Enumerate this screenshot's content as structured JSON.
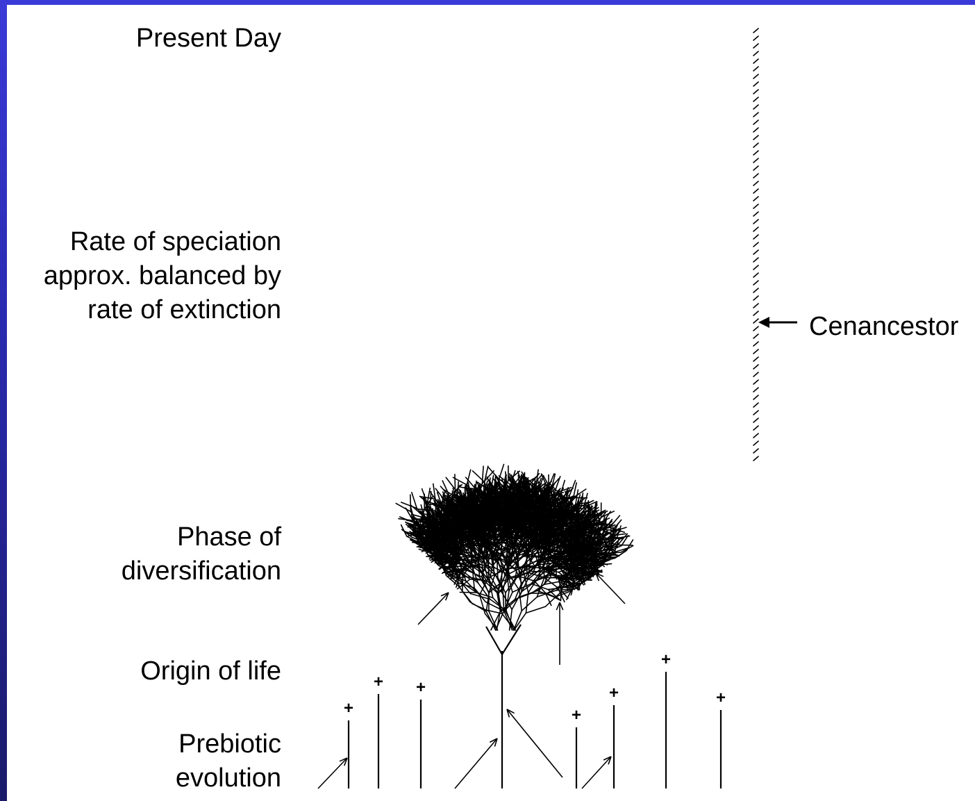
{
  "labels": {
    "present_day": "Present Day",
    "rate_lines": [
      "Rate of speciation",
      "approx. balanced by",
      "rate of extinction"
    ],
    "phase_lines": [
      "Phase of",
      "diversification"
    ],
    "origin_of_life": "Origin of life",
    "prebiotic_lines": [
      "Prebiotic",
      "evolution"
    ],
    "cenancestor": "Cenancestor"
  },
  "markers": {
    "extinct_symbol": "+"
  },
  "colors": {
    "frame": "#2a2fb8",
    "background": "#ffffff",
    "ink": "#000000"
  }
}
